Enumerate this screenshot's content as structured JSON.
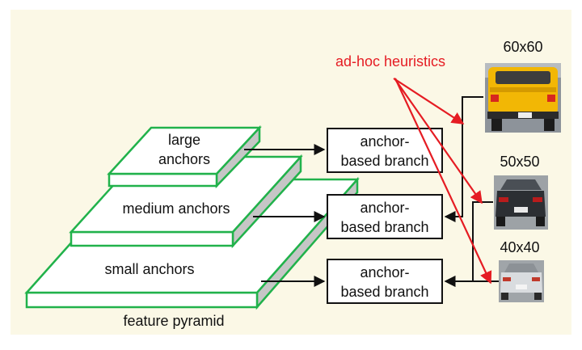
{
  "colors": {
    "panel": "#fbf8e6",
    "layer_top": "#ffffff",
    "layer_side": "#c6c6c6",
    "layer_border": "#21b24b",
    "box_border": "#111111",
    "arrow": "#111111",
    "heuristic": "#e51c23"
  },
  "pyramid": {
    "large_label_line1": "large",
    "large_label_line2": "anchors",
    "medium_label": "medium anchors",
    "small_label": "small anchors",
    "caption": "feature pyramid"
  },
  "branches": [
    {
      "line1": "anchor-",
      "line2": "based branch"
    },
    {
      "line1": "anchor-",
      "line2": "based branch"
    },
    {
      "line1": "anchor-",
      "line2": "based branch"
    }
  ],
  "heuristics_label": "ad-hoc heuristics",
  "inputs": [
    {
      "size": "60x60",
      "subject": "yellow pickup truck (rear view)",
      "icon": "yellow-truck-photo"
    },
    {
      "size": "50x50",
      "subject": "dark sedan (rear view)",
      "icon": "dark-car-photo"
    },
    {
      "size": "40x40",
      "subject": "silver sedan (rear view)",
      "icon": "silver-car-photo"
    }
  ]
}
